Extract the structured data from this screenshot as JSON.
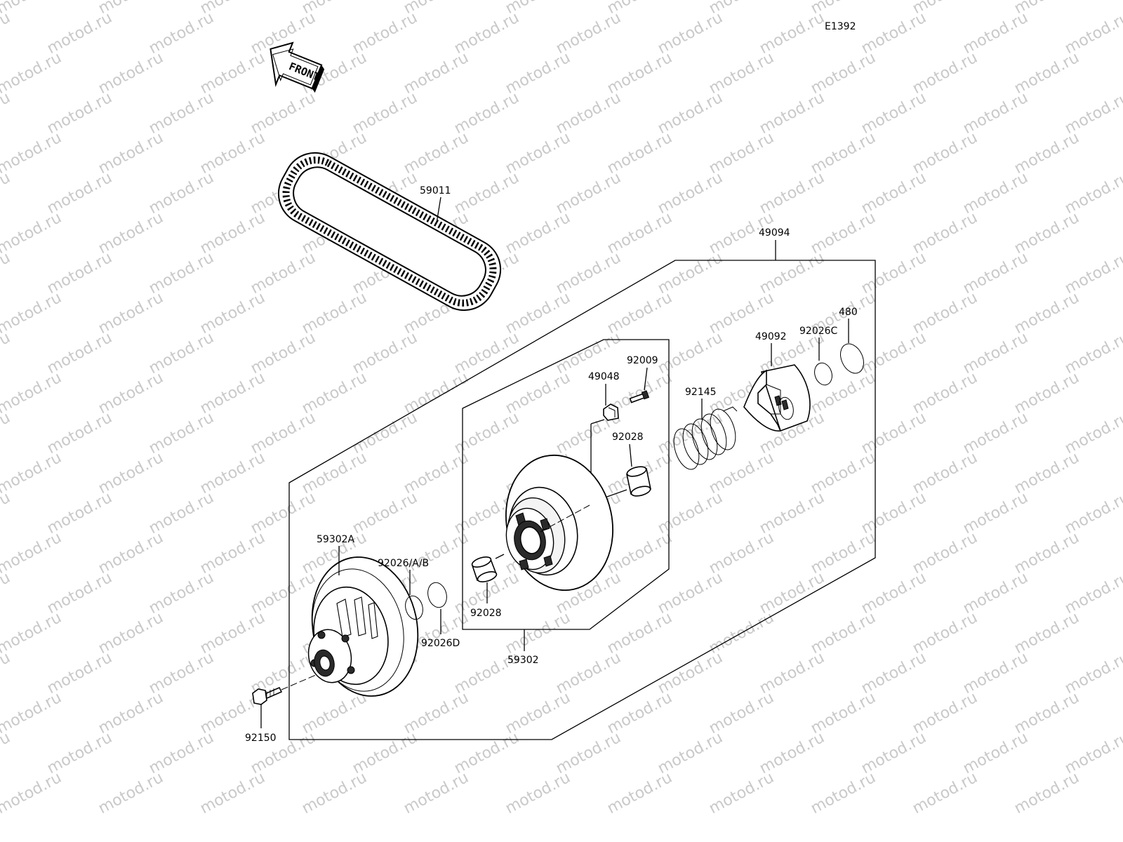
{
  "diagram_code": "E1392",
  "front_label": "FRONT",
  "watermark": "motod.ru",
  "colors": {
    "line": "#000000",
    "watermark": "#c9c9c9",
    "background": "#ffffff"
  },
  "parts": {
    "p59011": "59011",
    "p49094": "49094",
    "p92009": "92009",
    "p49048": "49048",
    "p92145": "92145",
    "p49092": "49092",
    "p92026C": "92026C",
    "p480": "480",
    "p92028_top": "92028",
    "p92028_bottom": "92028",
    "p59302A": "59302A",
    "p92026AB": "92026/A/B",
    "p92026D": "92026D",
    "p59302": "59302",
    "p92150": "92150"
  }
}
